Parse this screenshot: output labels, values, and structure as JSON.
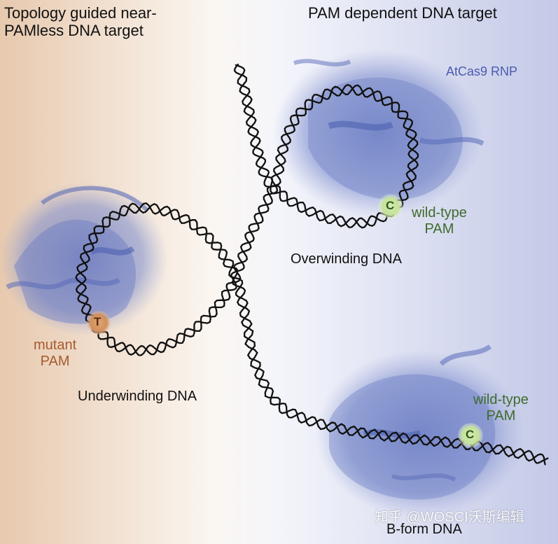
{
  "titles": {
    "left": [
      "Topology guided near-",
      "PAMless DNA target"
    ],
    "right": "PAM dependent DNA target"
  },
  "labels": {
    "rnp": "AtCas9 RNP",
    "overwinding": "Overwinding DNA",
    "underwinding": "Underwinding DNA",
    "bform": "B-form DNA",
    "wildtype_pam_1": [
      "wild-type",
      "PAM"
    ],
    "wildtype_pam_2": [
      "wild-type",
      "PAM"
    ],
    "mutant_pam": [
      "mutant",
      "PAM"
    ]
  },
  "nucleotides": {
    "mutant": "T",
    "wildtype_1": "C",
    "wildtype_2": "C"
  },
  "watermark": "知乎 @WOSCI沃斯编辑",
  "colors": {
    "bg_left": "#e9ccb2",
    "bg_right": "#c5cbe8",
    "protein": "#6b7dc4",
    "dna": "#111111",
    "mutant_pam": "#d79a6a",
    "wildtype_pam": "#c8e3a2"
  }
}
